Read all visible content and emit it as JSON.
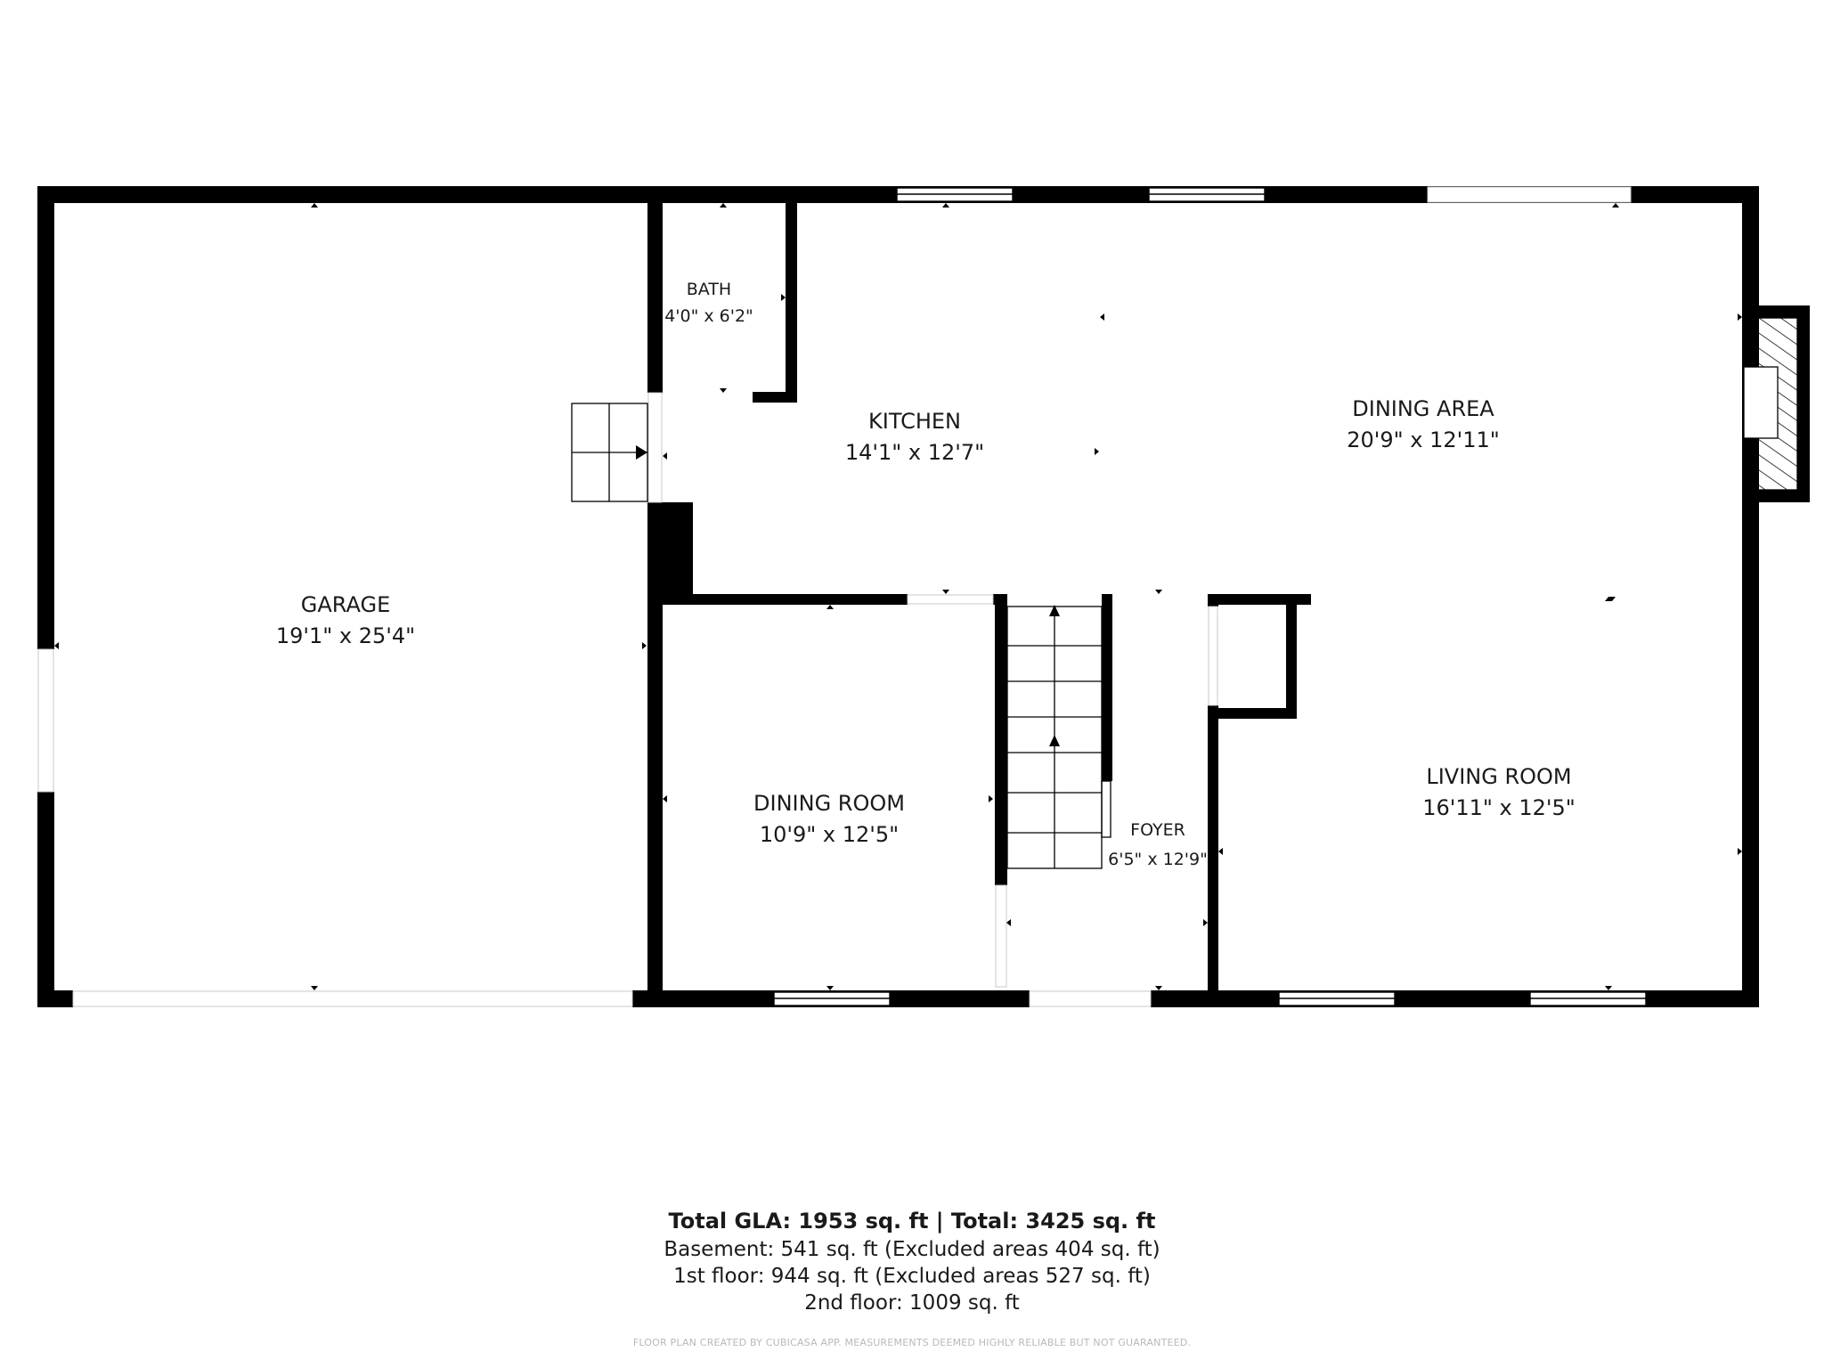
{
  "rooms": {
    "garage": {
      "name": "GARAGE",
      "dims": "19'1\" x 25'4\""
    },
    "bath": {
      "name": "BATH",
      "dims": "4'0\" x 6'2\""
    },
    "kitchen": {
      "name": "KITCHEN",
      "dims": "14'1\" x 12'7\""
    },
    "dining_area": {
      "name": "DINING AREA",
      "dims": "20'9\" x 12'11\""
    },
    "dining_room": {
      "name": "DINING ROOM",
      "dims": "10'9\" x 12'5\""
    },
    "foyer": {
      "name": "FOYER",
      "dims": "6'5\" x 12'9\""
    },
    "living_room": {
      "name": "LIVING ROOM",
      "dims": "16'11\" x 12'5\""
    }
  },
  "summary": {
    "total": "Total GLA: 1953 sq. ft | Total: 3425 sq. ft",
    "basement": "Basement: 541 sq. ft (Excluded areas 404 sq. ft)",
    "first_floor": "1st floor: 944 sq. ft (Excluded areas 527 sq. ft)",
    "second_floor": "2nd floor: 1009 sq. ft"
  },
  "credit": "FLOOR PLAN CREATED BY CUBICASA APP. MEASUREMENTS DEEMED HIGHLY RELIABLE BUT NOT GUARANTEED.",
  "colors": {
    "wall": "#000000",
    "background": "#ffffff",
    "window": "#ffffff",
    "text": "#1a1a1a",
    "credit": "#b9b9b9"
  }
}
